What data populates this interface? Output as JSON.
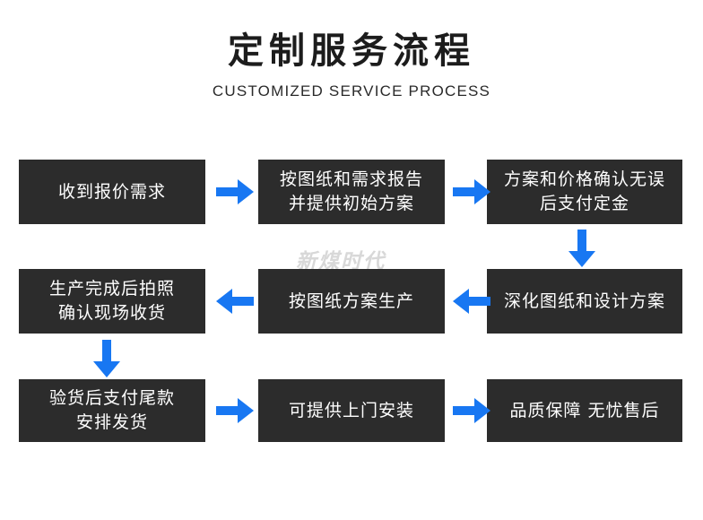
{
  "header": {
    "title_cn": "定制服务流程",
    "title_en": "CUSTOMIZED SERVICE PROCESS"
  },
  "watermark": {
    "text": "新煤时代"
  },
  "colors": {
    "box_fill": "#2c2c2c",
    "box_text": "#ffffff",
    "arrow": "#1877F2",
    "page_background": "#ffffff",
    "title_text": "#1c1c1c",
    "watermark_text": "#d8d8d8"
  },
  "flow": {
    "steps": [
      {
        "id": "step-1",
        "order": 1,
        "row": 1,
        "col": "a",
        "text": "收到报价需求"
      },
      {
        "id": "step-2",
        "order": 2,
        "row": 1,
        "col": "b",
        "text": "按图纸和需求报告\n并提供初始方案"
      },
      {
        "id": "step-3",
        "order": 3,
        "row": 1,
        "col": "c",
        "text": "方案和价格确认无误\n后支付定金"
      },
      {
        "id": "step-4",
        "order": 4,
        "row": 2,
        "col": "c",
        "text": "深化图纸和设计方案"
      },
      {
        "id": "step-5",
        "order": 5,
        "row": 2,
        "col": "b",
        "text": "按图纸方案生产"
      },
      {
        "id": "step-6",
        "order": 6,
        "row": 2,
        "col": "a",
        "text": "生产完成后拍照\n确认现场收货"
      },
      {
        "id": "step-7",
        "order": 7,
        "row": 3,
        "col": "a",
        "text": "验货后支付尾款\n安排发货"
      },
      {
        "id": "step-8",
        "order": 8,
        "row": 3,
        "col": "b",
        "text": "可提供上门安装"
      },
      {
        "id": "step-9",
        "order": 9,
        "row": 3,
        "col": "c",
        "text": "品质保障  无忧售后"
      }
    ],
    "connectors": [
      {
        "id": "conn-1",
        "icon": "arrow-right-icon",
        "direction": "right",
        "from": "step-1",
        "to": "step-2"
      },
      {
        "id": "conn-2",
        "icon": "arrow-right-icon",
        "direction": "right",
        "from": "step-2",
        "to": "step-3"
      },
      {
        "id": "conn-3",
        "icon": "arrow-down-icon",
        "direction": "down",
        "from": "step-3",
        "to": "step-4"
      },
      {
        "id": "conn-4",
        "icon": "arrow-left-icon",
        "direction": "left",
        "from": "step-4",
        "to": "step-5"
      },
      {
        "id": "conn-5",
        "icon": "arrow-left-icon",
        "direction": "left",
        "from": "step-5",
        "to": "step-6"
      },
      {
        "id": "conn-6",
        "icon": "arrow-down-icon",
        "direction": "down",
        "from": "step-6",
        "to": "step-7"
      },
      {
        "id": "conn-7",
        "icon": "arrow-right-icon",
        "direction": "right",
        "from": "step-7",
        "to": "step-8"
      },
      {
        "id": "conn-8",
        "icon": "arrow-right-icon",
        "direction": "right",
        "from": "step-8",
        "to": "step-9"
      }
    ]
  }
}
